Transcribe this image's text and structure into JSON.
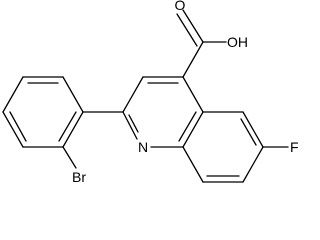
{
  "molecule": {
    "atoms": {
      "carbonyl_o": "O",
      "hydroxyl": "OH",
      "nitrogen": "N",
      "fluorine": "F",
      "bromine": "Br"
    }
  },
  "colors": {
    "bond": "#000000",
    "label": "#000000",
    "background": "#ffffff"
  }
}
